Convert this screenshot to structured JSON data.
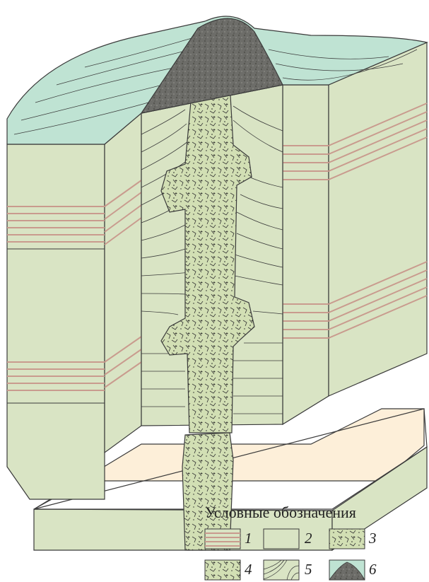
{
  "legend": {
    "title": "Условные обозначения",
    "items": [
      {
        "number": "1",
        "pattern": "banded-strata"
      },
      {
        "number": "2",
        "pattern": "plain-host-rock"
      },
      {
        "number": "3",
        "pattern": "breccia-crosses-dots"
      },
      {
        "number": "4",
        "pattern": "breccia-angular"
      },
      {
        "number": "5",
        "pattern": "curved-layering"
      },
      {
        "number": "6",
        "pattern": "dark-cone-on-green"
      }
    ]
  },
  "colors": {
    "host_rock": "#d9e4c4",
    "band_red": "#c99b8e",
    "cone_green": "#bfe3d3",
    "cone_dark": "#6f6f6a",
    "base_layer": "#fdefd9",
    "outline": "#3a3a3a"
  }
}
